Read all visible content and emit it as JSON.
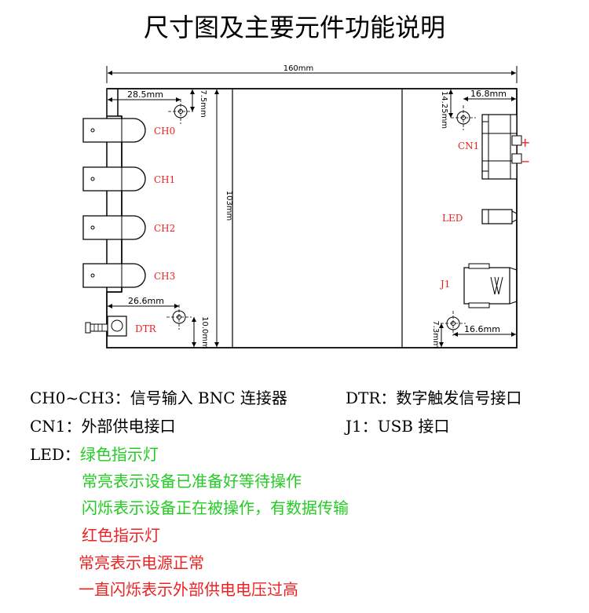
{
  "title": "尺寸图及主要元件功能说明",
  "dimensions": {
    "width": "160mm",
    "height": "103mm",
    "left_top_horiz": "28.5mm",
    "left_top_vert": "7.5mm",
    "right_top_vert": "14.25mm",
    "right_top_horiz": "16.8mm",
    "left_bottom_horiz": "26.6mm",
    "left_bottom_vert": "10.0mm",
    "right_bottom_vert": "7.3mm",
    "right_bottom_horiz": "16.6mm"
  },
  "labels": {
    "ch0": "CH0",
    "ch1": "CH1",
    "ch2": "CH2",
    "ch3": "CH3",
    "dtr": "DTR",
    "cn1": "CN1",
    "led": "LED",
    "j1": "J1",
    "plus": "+",
    "minus": "−"
  },
  "legend": {
    "row1_left": "CH0~CH3：信号输入 BNC 连接器",
    "row1_right": "DTR：数字触发信号接口",
    "row2_left": "CN1：外部供电接口",
    "row2_right": "J1：USB 接口",
    "led_label": "LED：",
    "led_green": "绿色指示灯",
    "green_line1": "常亮表示设备已准备好等待操作",
    "green_line2": "闪烁表示设备正在被操作，有数据传输",
    "red_title": "红色指示灯",
    "red_line1": "常亮表示电源正常",
    "red_line2": "一直闪烁表示外部供电电压过高"
  },
  "colors": {
    "label_red": "#ee2222",
    "led_green": "#22cc22",
    "line": "#000000"
  }
}
